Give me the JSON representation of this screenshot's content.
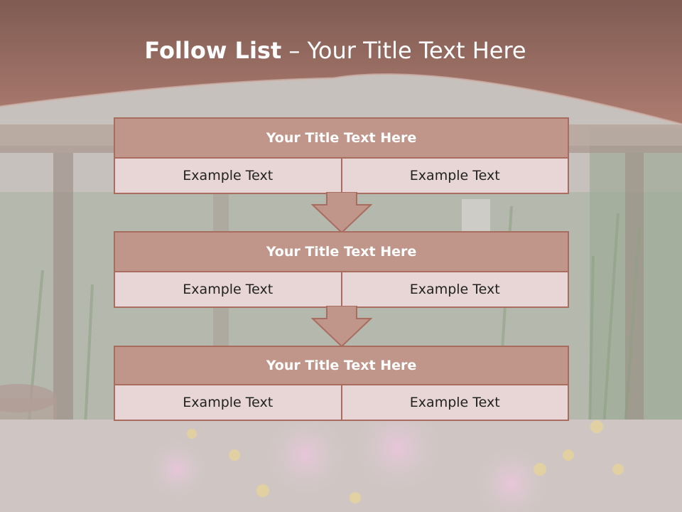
{
  "slide": {
    "title_bold": "Follow List",
    "title_rest": " – Your Title Text Here"
  },
  "blocks": [
    {
      "title": "Your Title Text Here",
      "left": "Example Text",
      "right": "Example Text"
    },
    {
      "title": "Your Title Text Here",
      "left": "Example Text",
      "right": "Example Text"
    },
    {
      "title": "Your Title Text Here",
      "left": "Example Text",
      "right": "Example Text"
    }
  ],
  "colors": {
    "header_brown": "#9b6a60",
    "block_title": "#c0968a",
    "block_border": "#a96d60",
    "cell_fill": "#e7d6d5",
    "arrow_fill": "#c0968a"
  }
}
